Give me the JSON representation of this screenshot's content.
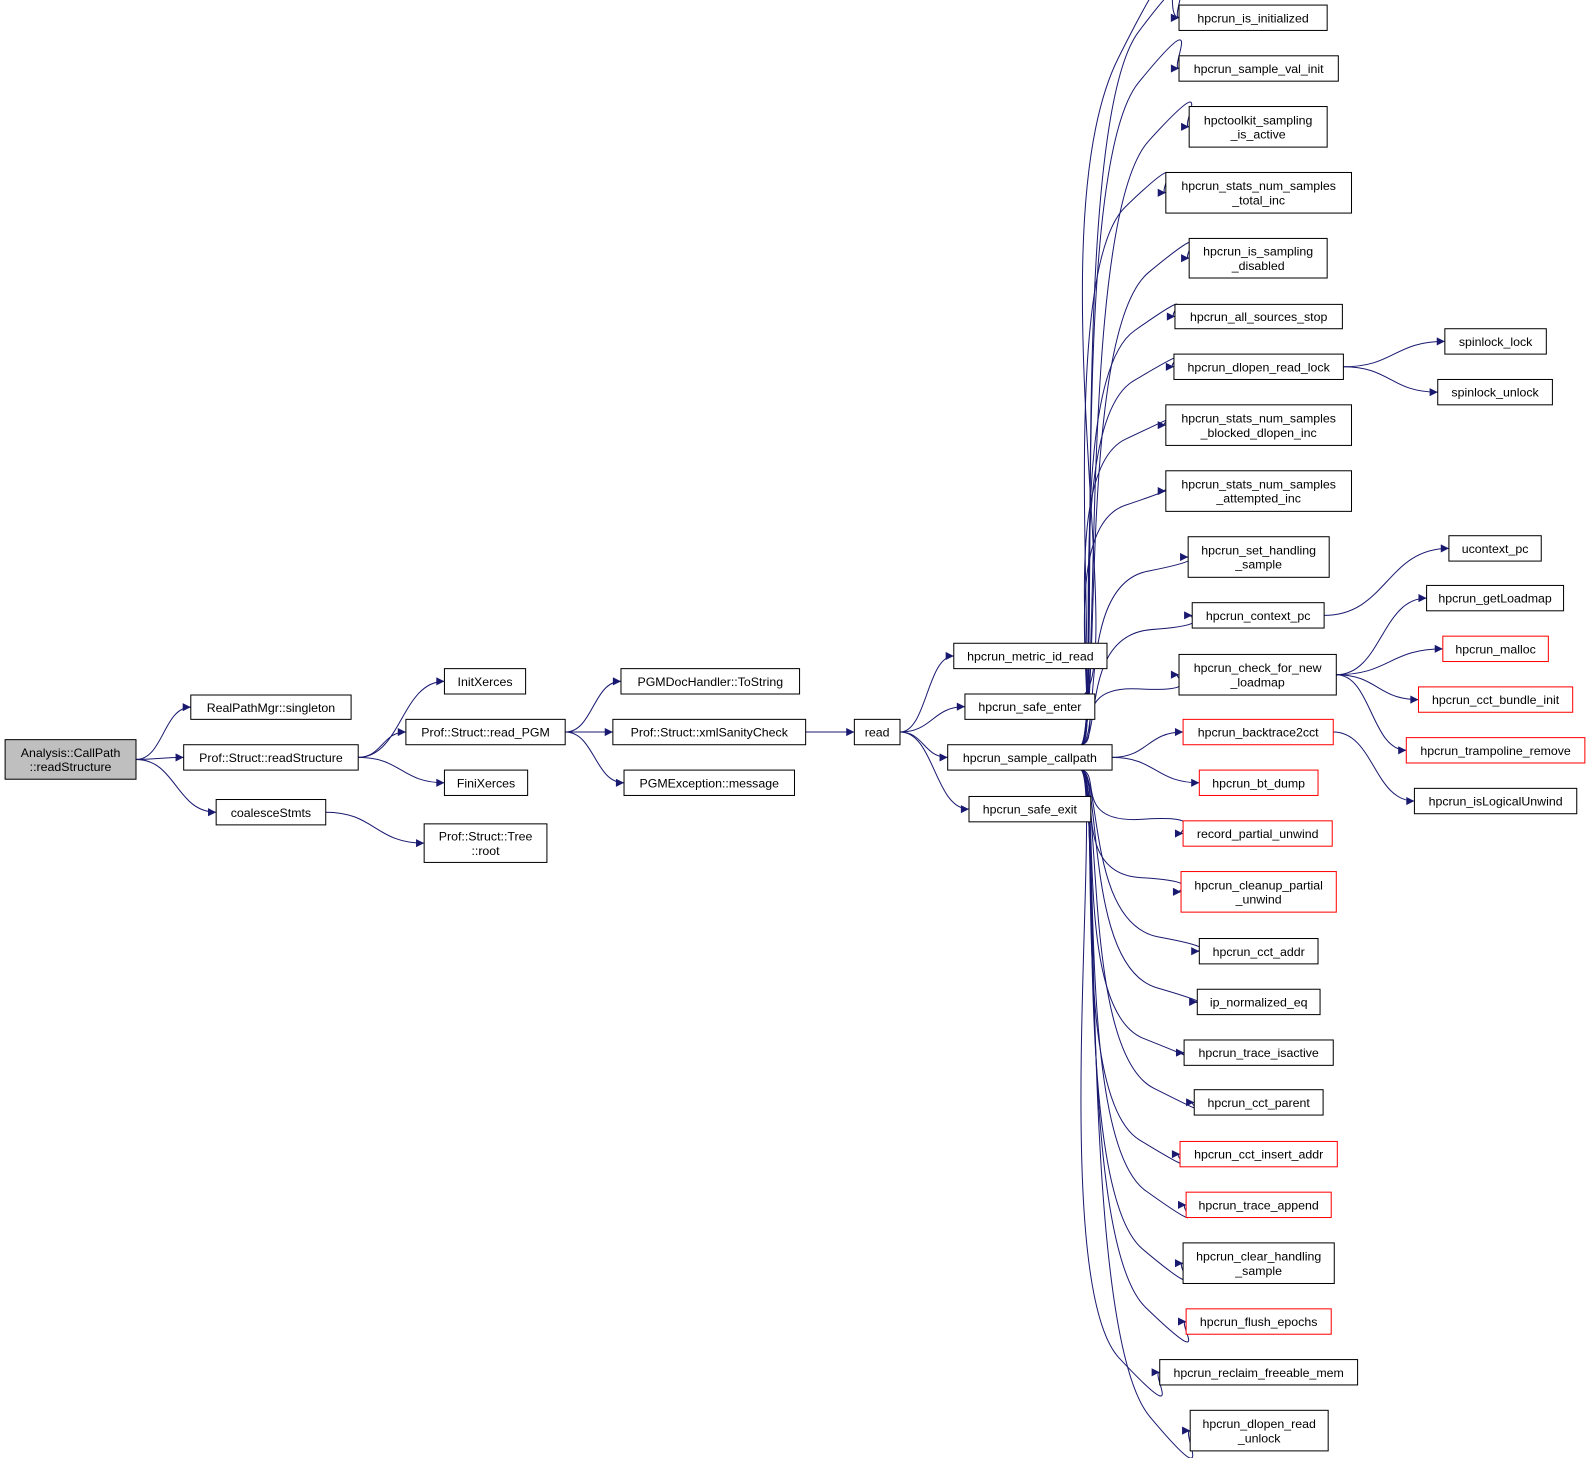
{
  "colors": {
    "edge": "#191970",
    "root_fill": "#bfbfbf",
    "incomplete_border": "#ff0000",
    "border": "#000000"
  },
  "nodes": [
    {
      "id": "root",
      "lines": [
        "Analysis::CallPath",
        "::readStructure"
      ],
      "style": "root"
    },
    {
      "id": "rpm",
      "lines": [
        "RealPathMgr::singleton"
      ]
    },
    {
      "id": "psrs",
      "lines": [
        "Prof::Struct::readStructure"
      ]
    },
    {
      "id": "coal",
      "lines": [
        "coalesceStmts"
      ]
    },
    {
      "id": "initx",
      "lines": [
        "InitXerces"
      ]
    },
    {
      "id": "rpgm",
      "lines": [
        "Prof::Struct::read_PGM"
      ]
    },
    {
      "id": "finix",
      "lines": [
        "FiniXerces"
      ]
    },
    {
      "id": "troot",
      "lines": [
        "Prof::Struct::Tree",
        "::root"
      ]
    },
    {
      "id": "tostr",
      "lines": [
        "PGMDocHandler::ToString"
      ]
    },
    {
      "id": "xmlsc",
      "lines": [
        "Prof::Struct::xmlSanityCheck"
      ]
    },
    {
      "id": "pgmex",
      "lines": [
        "PGMException::message"
      ]
    },
    {
      "id": "read",
      "lines": [
        "read"
      ]
    },
    {
      "id": "mir",
      "lines": [
        "hpcrun_metric_id_read"
      ]
    },
    {
      "id": "senter",
      "lines": [
        "hpcrun_safe_enter"
      ]
    },
    {
      "id": "scp",
      "lines": [
        "hpcrun_sample_callpath"
      ]
    },
    {
      "id": "sexit",
      "lines": [
        "hpcrun_safe_exit"
      ]
    },
    {
      "id": "isinit",
      "lines": [
        "hpcrun_is_initialized"
      ]
    },
    {
      "id": "svi",
      "lines": [
        "hpcrun_sample_val_init"
      ]
    },
    {
      "id": "hsia",
      "lines": [
        "hpctoolkit_sampling",
        "_is_active"
      ]
    },
    {
      "id": "snst",
      "lines": [
        "hpcrun_stats_num_samples",
        "_total_inc"
      ]
    },
    {
      "id": "isd",
      "lines": [
        "hpcrun_is_sampling",
        "_disabled"
      ]
    },
    {
      "id": "ass",
      "lines": [
        "hpcrun_all_sources_stop"
      ]
    },
    {
      "id": "drl",
      "lines": [
        "hpcrun_dlopen_read_lock"
      ]
    },
    {
      "id": "snsb",
      "lines": [
        "hpcrun_stats_num_samples",
        "_blocked_dlopen_inc"
      ]
    },
    {
      "id": "snsa",
      "lines": [
        "hpcrun_stats_num_samples",
        "_attempted_inc"
      ]
    },
    {
      "id": "shs",
      "lines": [
        "hpcrun_set_handling",
        "_sample"
      ]
    },
    {
      "id": "cpc",
      "lines": [
        "hpcrun_context_pc"
      ]
    },
    {
      "id": "cfnl",
      "lines": [
        "hpcrun_check_for_new",
        "_loadmap"
      ]
    },
    {
      "id": "b2c",
      "lines": [
        "hpcrun_backtrace2cct"
      ],
      "style": "red"
    },
    {
      "id": "btd",
      "lines": [
        "hpcrun_bt_dump"
      ],
      "style": "red"
    },
    {
      "id": "rpu",
      "lines": [
        "record_partial_unwind"
      ],
      "style": "red"
    },
    {
      "id": "cpu",
      "lines": [
        "hpcrun_cleanup_partial",
        "_unwind"
      ],
      "style": "red"
    },
    {
      "id": "cca",
      "lines": [
        "hpcrun_cct_addr"
      ]
    },
    {
      "id": "ipn",
      "lines": [
        "ip_normalized_eq"
      ]
    },
    {
      "id": "tia",
      "lines": [
        "hpcrun_trace_isactive"
      ]
    },
    {
      "id": "ccp",
      "lines": [
        "hpcrun_cct_parent"
      ]
    },
    {
      "id": "ccia",
      "lines": [
        "hpcrun_cct_insert_addr"
      ],
      "style": "red"
    },
    {
      "id": "tap",
      "lines": [
        "hpcrun_trace_append"
      ],
      "style": "red"
    },
    {
      "id": "chs",
      "lines": [
        "hpcrun_clear_handling",
        "_sample"
      ]
    },
    {
      "id": "fe",
      "lines": [
        "hpcrun_flush_epochs"
      ],
      "style": "red"
    },
    {
      "id": "rfm",
      "lines": [
        "hpcrun_reclaim_freeable_mem"
      ]
    },
    {
      "id": "dru",
      "lines": [
        "hpcrun_dlopen_read",
        "_unlock"
      ]
    },
    {
      "id": "sl",
      "lines": [
        "spinlock_lock"
      ]
    },
    {
      "id": "su",
      "lines": [
        "spinlock_unlock"
      ]
    },
    {
      "id": "ucpc",
      "lines": [
        "ucontext_pc"
      ]
    },
    {
      "id": "glm",
      "lines": [
        "hpcrun_getLoadmap"
      ]
    },
    {
      "id": "mal",
      "lines": [
        "hpcrun_malloc"
      ],
      "style": "red"
    },
    {
      "id": "cbi",
      "lines": [
        "hpcrun_cct_bundle_init"
      ],
      "style": "red"
    },
    {
      "id": "trr",
      "lines": [
        "hpcrun_trampoline_remove"
      ],
      "style": "red"
    },
    {
      "id": "ilu",
      "lines": [
        "hpcrun_isLogicalUnwind"
      ]
    }
  ],
  "edges": [
    [
      "root",
      "rpm"
    ],
    [
      "root",
      "psrs"
    ],
    [
      "root",
      "coal"
    ],
    [
      "psrs",
      "initx"
    ],
    [
      "psrs",
      "rpgm"
    ],
    [
      "psrs",
      "finix"
    ],
    [
      "coal",
      "troot"
    ],
    [
      "rpgm",
      "tostr"
    ],
    [
      "rpgm",
      "xmlsc"
    ],
    [
      "rpgm",
      "pgmex"
    ],
    [
      "xmlsc",
      "read"
    ],
    [
      "read",
      "mir"
    ],
    [
      "read",
      "senter"
    ],
    [
      "read",
      "scp"
    ],
    [
      "read",
      "sexit"
    ],
    [
      "senter",
      "isinit"
    ],
    [
      "scp",
      "isinit"
    ],
    [
      "scp",
      "svi"
    ],
    [
      "scp",
      "hsia"
    ],
    [
      "scp",
      "snst"
    ],
    [
      "scp",
      "isd"
    ],
    [
      "scp",
      "ass"
    ],
    [
      "scp",
      "drl"
    ],
    [
      "scp",
      "snsb"
    ],
    [
      "scp",
      "snsa"
    ],
    [
      "scp",
      "shs"
    ],
    [
      "scp",
      "cpc"
    ],
    [
      "scp",
      "cfnl"
    ],
    [
      "scp",
      "b2c"
    ],
    [
      "scp",
      "btd"
    ],
    [
      "scp",
      "rpu"
    ],
    [
      "scp",
      "cpu"
    ],
    [
      "scp",
      "cca"
    ],
    [
      "scp",
      "ipn"
    ],
    [
      "scp",
      "tia"
    ],
    [
      "scp",
      "ccp"
    ],
    [
      "scp",
      "ccia"
    ],
    [
      "scp",
      "tap"
    ],
    [
      "scp",
      "chs"
    ],
    [
      "scp",
      "fe"
    ],
    [
      "scp",
      "rfm"
    ],
    [
      "scp",
      "dru"
    ],
    [
      "drl",
      "sl"
    ],
    [
      "drl",
      "su"
    ],
    [
      "cpc",
      "ucpc"
    ],
    [
      "cfnl",
      "glm"
    ],
    [
      "cfnl",
      "mal"
    ],
    [
      "cfnl",
      "cbi"
    ],
    [
      "cfnl",
      "trr"
    ],
    [
      "b2c",
      "ilu"
    ]
  ]
}
